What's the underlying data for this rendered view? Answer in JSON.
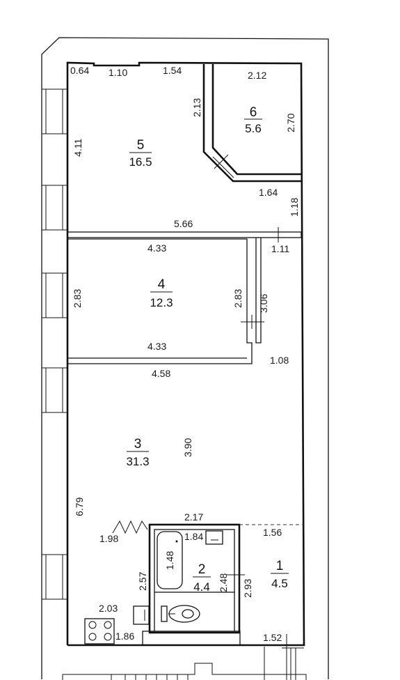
{
  "rooms": [
    {
      "number": "1",
      "area": "4.5"
    },
    {
      "number": "2",
      "area": "4.4"
    },
    {
      "number": "3",
      "area": "31.3"
    },
    {
      "number": "4",
      "area": "12.3"
    },
    {
      "number": "5",
      "area": "16.5"
    },
    {
      "number": "6",
      "area": "5.6"
    }
  ],
  "dimensions": {
    "top_064": "0.64",
    "top_110": "1.10",
    "top_154": "1.54",
    "r6_212": "2.12",
    "r6_213": "2.13",
    "r6_270": "2.70",
    "r5_411": "4.11",
    "d_164": "1.64",
    "d_118": "1.18",
    "d_566": "5.66",
    "d_111": "1.11",
    "r4_433_top": "4.33",
    "r4_283_left": "2.83",
    "r4_283_right": "2.83",
    "d_306": "3.06",
    "r4_433_bottom": "4.33",
    "d_108": "1.08",
    "d_458": "4.58",
    "d_390": "3.90",
    "d_679": "6.79",
    "d_198": "1.98",
    "d_217": "2.17",
    "d_184": "1.84",
    "d_148": "1.48",
    "d_156": "1.56",
    "d_257": "2.57",
    "d_248": "2.48",
    "d_293": "2.93",
    "d_203": "2.03",
    "d_186": "1.86",
    "d_152": "1.52"
  }
}
